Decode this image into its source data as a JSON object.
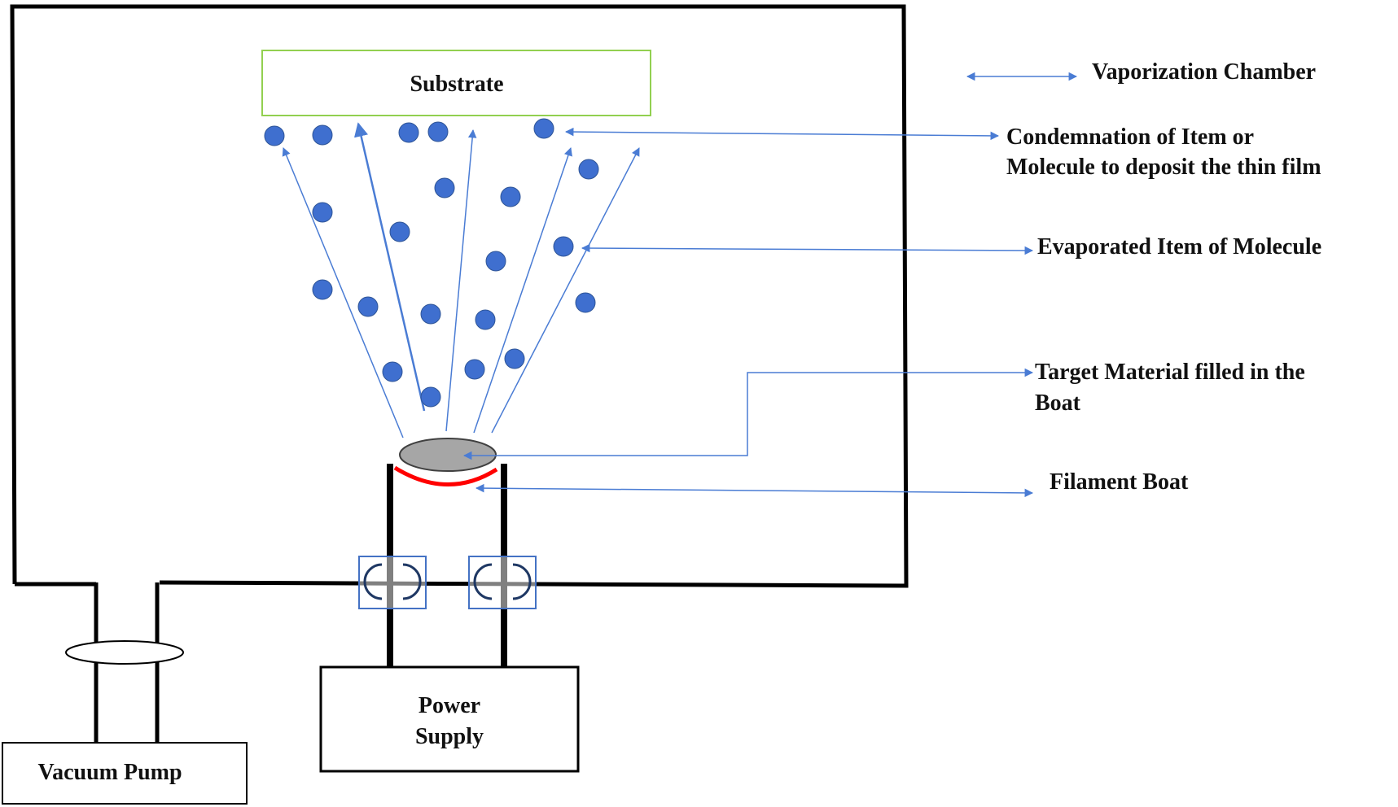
{
  "labels": {
    "substrate": "Substrate",
    "vaporization_chamber": "Vaporization Chamber",
    "condensation_line1": "Condemnation of Item or",
    "condensation_line2": "Molecule to deposit the thin film",
    "evaporated": "Evaporated Item of Molecule",
    "target_line1": "Target Material filled in the",
    "target_line2": "Boat",
    "filament_boat": "Filament Boat",
    "power_supply_line1": "Power",
    "power_supply_line2": "Supply",
    "vacuum_pump": "Vacuum Pump"
  },
  "colors": {
    "outline": "#000000",
    "arrow": "#4a7cd4",
    "molecule": "#3f6fcf",
    "substrate_border": "#92d050",
    "target_material": "#a6a6a6",
    "filament": "#ff0000",
    "feedthrough": "#4472c4"
  }
}
